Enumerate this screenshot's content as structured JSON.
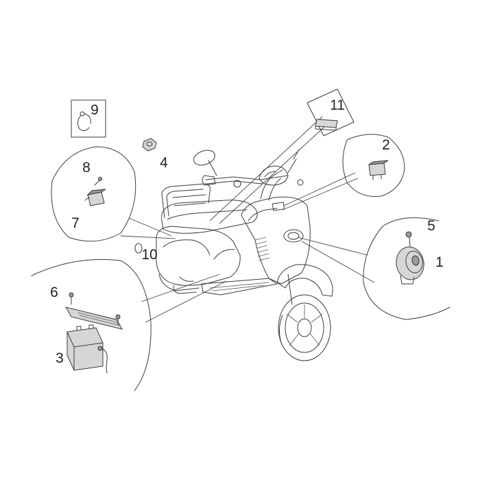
{
  "callouts": [
    {
      "id": "1",
      "label": "1"
    },
    {
      "id": "2",
      "label": "2"
    },
    {
      "id": "3",
      "label": "3"
    },
    {
      "id": "4",
      "label": "4"
    },
    {
      "id": "5",
      "label": "5"
    },
    {
      "id": "6",
      "label": "6"
    },
    {
      "id": "7",
      "label": "7"
    },
    {
      "id": "8",
      "label": "8"
    },
    {
      "id": "9",
      "label": "9"
    },
    {
      "id": "10",
      "label": "10"
    },
    {
      "id": "11",
      "label": "11"
    }
  ],
  "colors": {
    "line": "#3a3a3a",
    "part_fill": "#d6d6d6",
    "part_dark": "#9a9a9a",
    "background": "#ffffff"
  }
}
